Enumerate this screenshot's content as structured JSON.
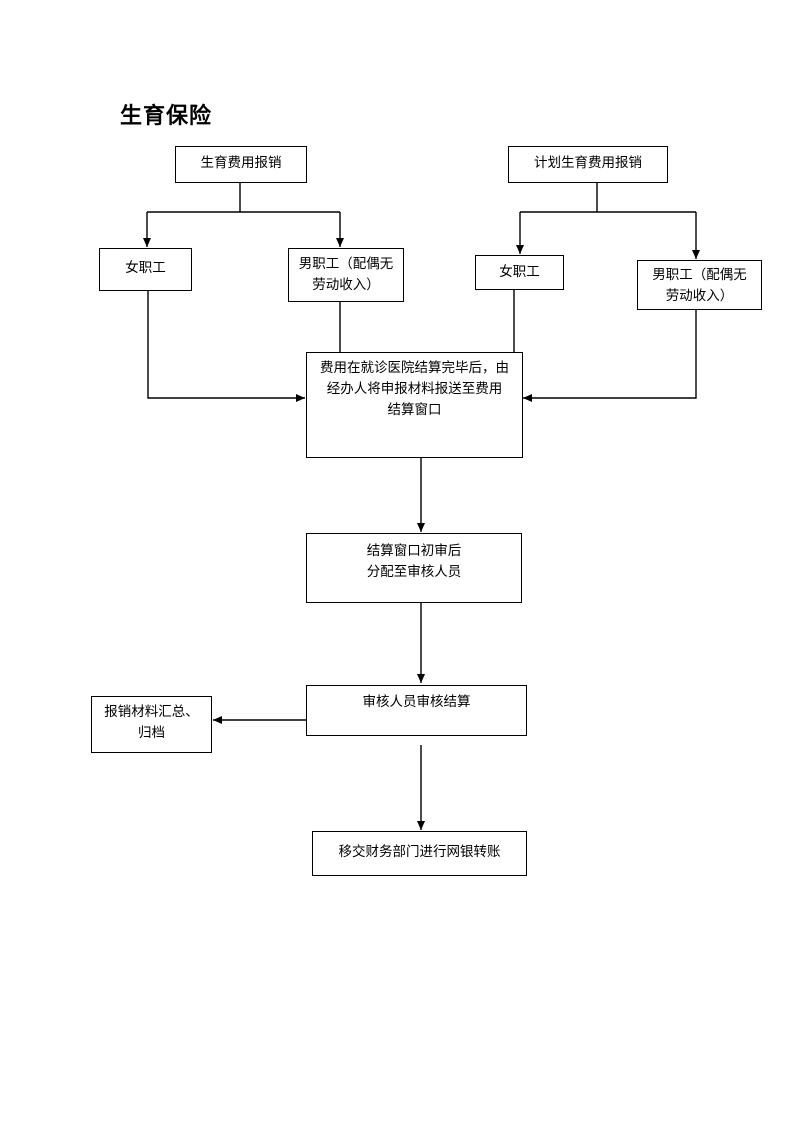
{
  "title": "生育保险",
  "nodes": {
    "maternity_reimbursement": "生育费用报销",
    "family_planning_reimbursement": "计划生育费用报销",
    "female_employee_left": "女职工",
    "male_employee_left": "男职工（配偶无\n劳动收入）",
    "female_employee_right": "女职工",
    "male_employee_right": "男职工（配偶无\n劳动收入）",
    "submit_materials": "费用在就诊医院结算完毕后，由\n经办人将申报材料报送至费用\n结算窗口",
    "window_preliminary_review": "结算窗口初审后\n分配至审核人员",
    "auditor_settlement": "审核人员审核结算",
    "archive_materials": "报销材料汇总、\n归档",
    "transfer_finance": "移交财务部门进行网银转账"
  }
}
